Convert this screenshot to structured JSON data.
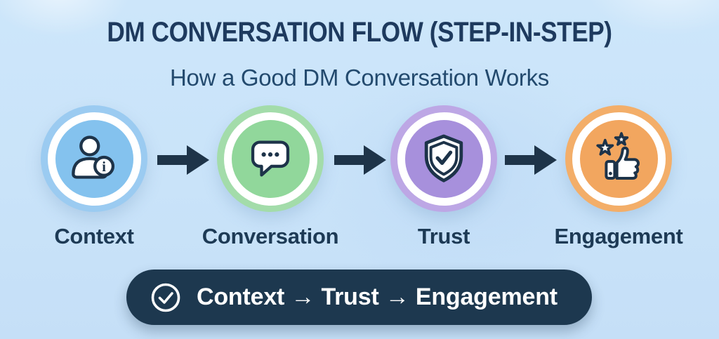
{
  "header": {
    "title": "DM CONVERSATION FLOW (STEP-IN-STEP)",
    "subtitle": "How a Good DM Conversation Works"
  },
  "steps": [
    {
      "label": "Context",
      "icon": "person-info-icon",
      "ring_color": "#9bcbf1",
      "fill_color": "#84c2ee"
    },
    {
      "label": "Conversation",
      "icon": "chat-bubble-icon",
      "ring_color": "#a3dcaa",
      "fill_color": "#91d79b"
    },
    {
      "label": "Trust",
      "icon": "shield-check-icon",
      "ring_color": "#bda7e5",
      "fill_color": "#a790dc"
    },
    {
      "label": "Engagement",
      "icon": "stars-thumbs-up-icon",
      "ring_color": "#f3ae69",
      "fill_color": "#f2a65f"
    }
  ],
  "connector": {
    "icon": "arrow-right-icon",
    "color": "#1e3449"
  },
  "summary": {
    "icon": "check-circle-icon",
    "text": "Context → Trust → Engagement",
    "background": "#1d384f",
    "text_color": "#ffffff"
  },
  "colors": {
    "background": "#cde6fa",
    "title": "#1e3a5e",
    "subtitle": "#234a6e",
    "label": "#1d3a55",
    "icon_stroke": "#1d3349",
    "white_ring": "#ffffff"
  }
}
